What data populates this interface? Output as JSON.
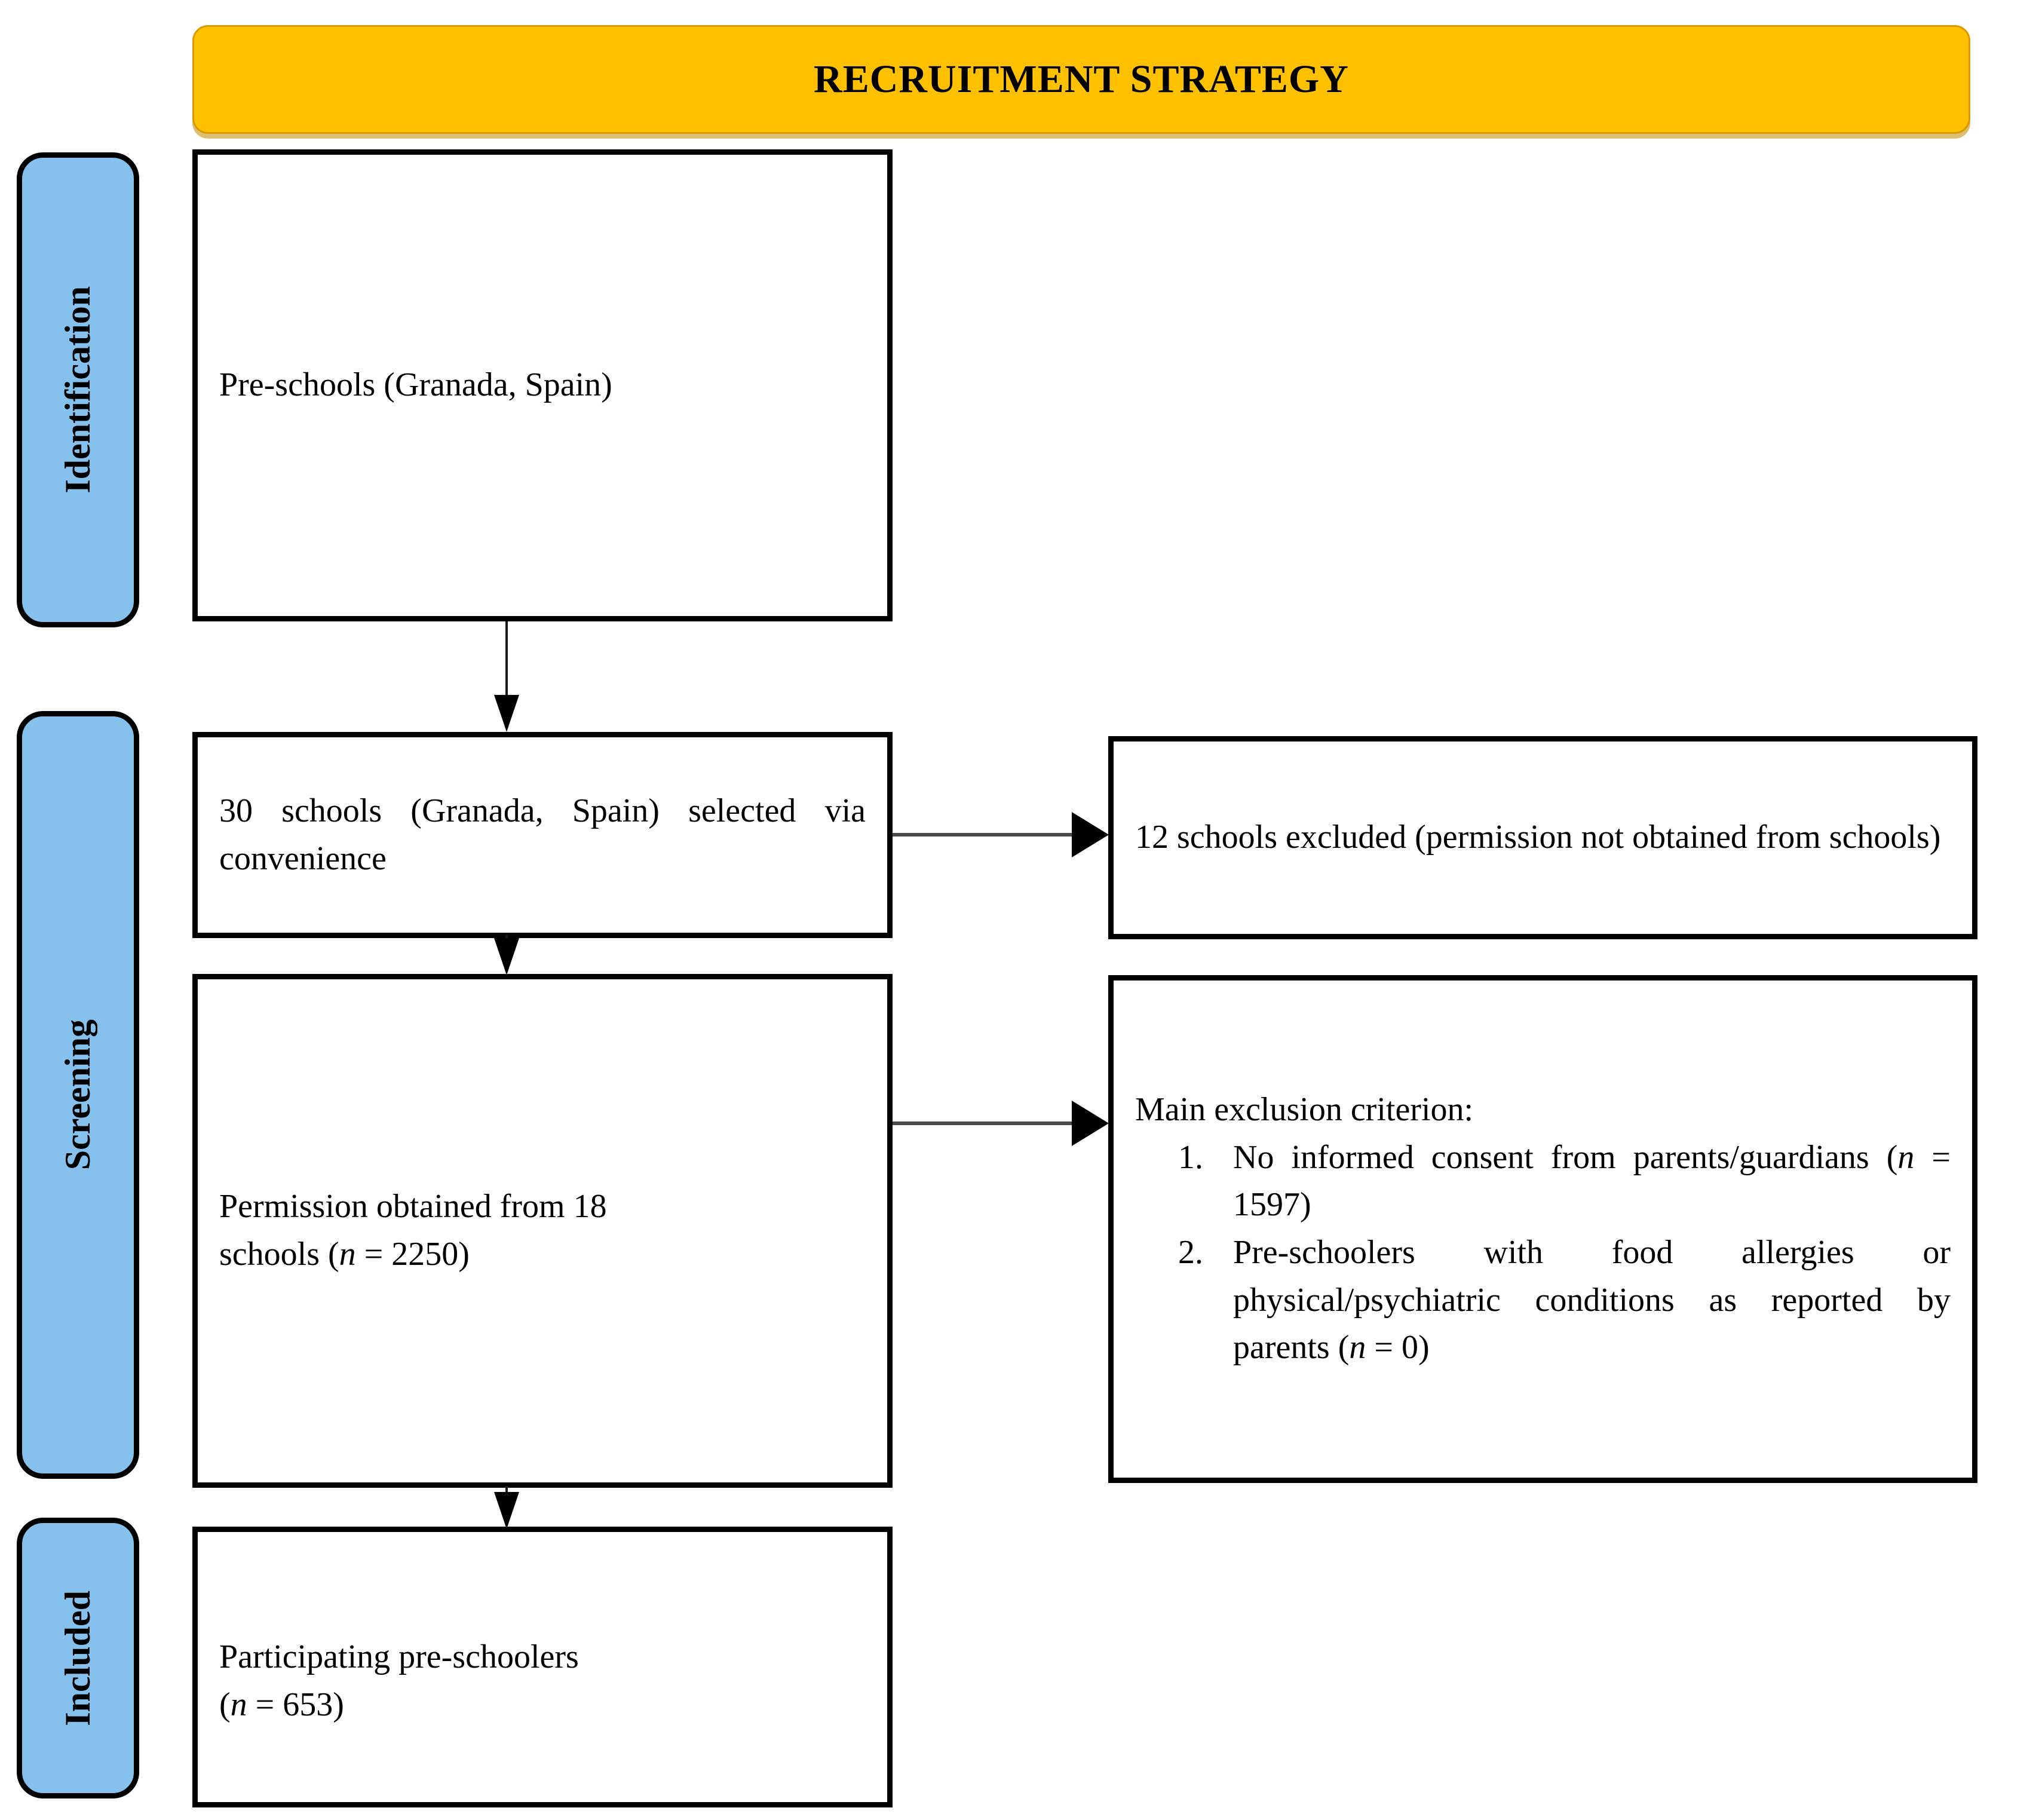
{
  "header": {
    "title": "RECRUITMENT STRATEGY",
    "bg_color": "#FFC000",
    "border_color": "#D89A00"
  },
  "stages": [
    {
      "id": "identification",
      "label": "Identification",
      "color": "#86C0EC"
    },
    {
      "id": "screening",
      "label": "Screening",
      "color": "#86C0EC"
    },
    {
      "id": "included",
      "label": "Included",
      "color": "#86C0EC"
    }
  ],
  "boxes": {
    "preschools": {
      "text": "Pre-schools (Granada, Spain)"
    },
    "schools_selected": {
      "text": "30 schools (Granada, Spain) selected via convenience"
    },
    "schools_excluded": {
      "text": "12 schools excluded (permission not obtained from schools)"
    },
    "permission_obtained": {
      "line1": "Permission obtained from 18",
      "line2_prefix": "schools (",
      "line2_italic": "n",
      "line2_suffix": " = 2250)"
    },
    "exclusion_criteria": {
      "heading": "Main exclusion criterion:",
      "items": [
        {
          "text_before": "No informed consent from parents/guardians (",
          "italic": "n",
          "text_after": " = 1597)"
        },
        {
          "text_before": "Pre-schoolers with food allergies or physical/psychiatric conditions as reported by parents (",
          "italic": "n",
          "text_after": " = 0)"
        }
      ]
    },
    "participating": {
      "line1": "Participating pre-schoolers",
      "line2_prefix": "(",
      "line2_italic": "n",
      "line2_suffix": " = 653)"
    }
  },
  "connectors": {
    "v1_label": "preschools-to-schools",
    "v2_label": "schools-to-permission",
    "v3_label": "permission-to-participating",
    "h1_label": "schools-to-excluded",
    "h2_label": "permission-to-criteria"
  }
}
